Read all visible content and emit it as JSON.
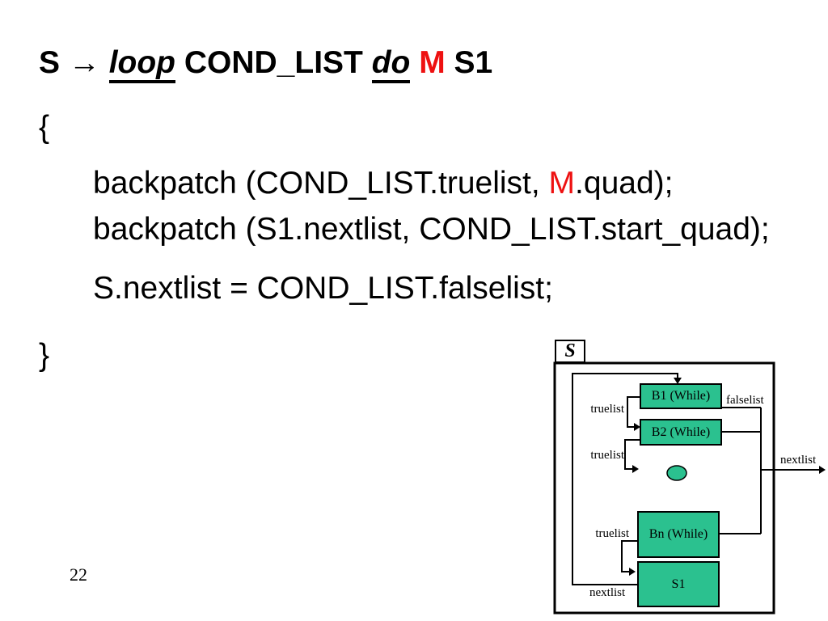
{
  "colors": {
    "accent_red": "#ee1111",
    "box_green": "#2bc18f",
    "line_black": "#000000"
  },
  "title": {
    "s": "S ",
    "arrow": "→ ",
    "loop": "loop",
    "mid": " COND_LIST ",
    "do": "do",
    "space": " ",
    "m": "M",
    "s1": " S1"
  },
  "code": {
    "open_brace": "{",
    "line1": {
      "pre": "backpatch (COND_LIST.truelist, ",
      "m": "M",
      "post": ".quad);"
    },
    "line2": "backpatch (S1.nextlist, COND_LIST.start_quad);",
    "line3": "S.nextlist = COND_LIST.falselist;",
    "close_brace": "}"
  },
  "page": {
    "number": "22"
  },
  "diagram": {
    "s": "S",
    "b1": "B1 (While)",
    "b2": "B2 (While)",
    "bn": "Bn (While)",
    "s1": "S1",
    "truelist1": "truelist",
    "truelist2": "truelist",
    "truelist3": "truelist",
    "falselist": "falselist",
    "nextlist_right": "nextlist",
    "nextlist_bottom": "nextlist"
  }
}
